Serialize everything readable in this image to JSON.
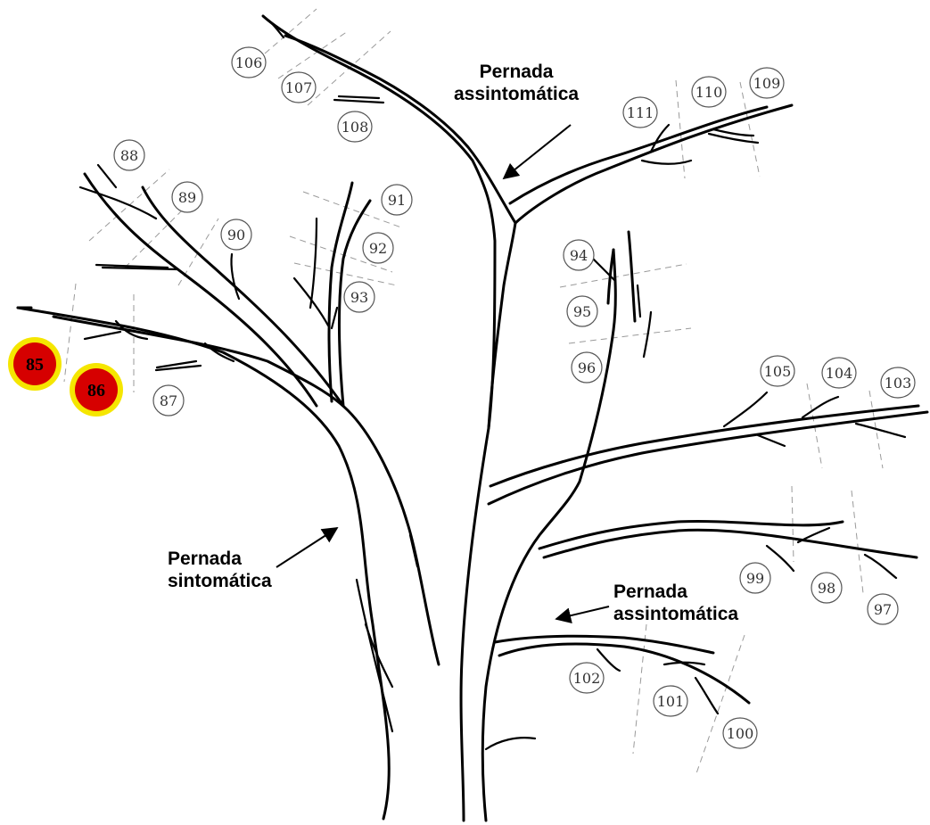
{
  "colors": {
    "ink": "#000000",
    "ring": "#555555",
    "cut_line": "#9a9a9a",
    "highlight_fill": "#d60000",
    "highlight_ring": "#f5e600"
  },
  "annotations": [
    {
      "id": "top",
      "line1": "Pernada",
      "line2": "assintomática"
    },
    {
      "id": "left",
      "line1": "Pernada",
      "line2": "sintomática"
    },
    {
      "id": "right",
      "line1": "Pernada",
      "line2": "assintomática"
    }
  ],
  "highlighted_tags": [
    "85",
    "86"
  ],
  "tags": [
    "87",
    "88",
    "89",
    "90",
    "91",
    "92",
    "93",
    "94",
    "95",
    "96",
    "97",
    "98",
    "99",
    "100",
    "101",
    "102",
    "103",
    "104",
    "105",
    "106",
    "107",
    "108",
    "109",
    "110",
    "111"
  ]
}
